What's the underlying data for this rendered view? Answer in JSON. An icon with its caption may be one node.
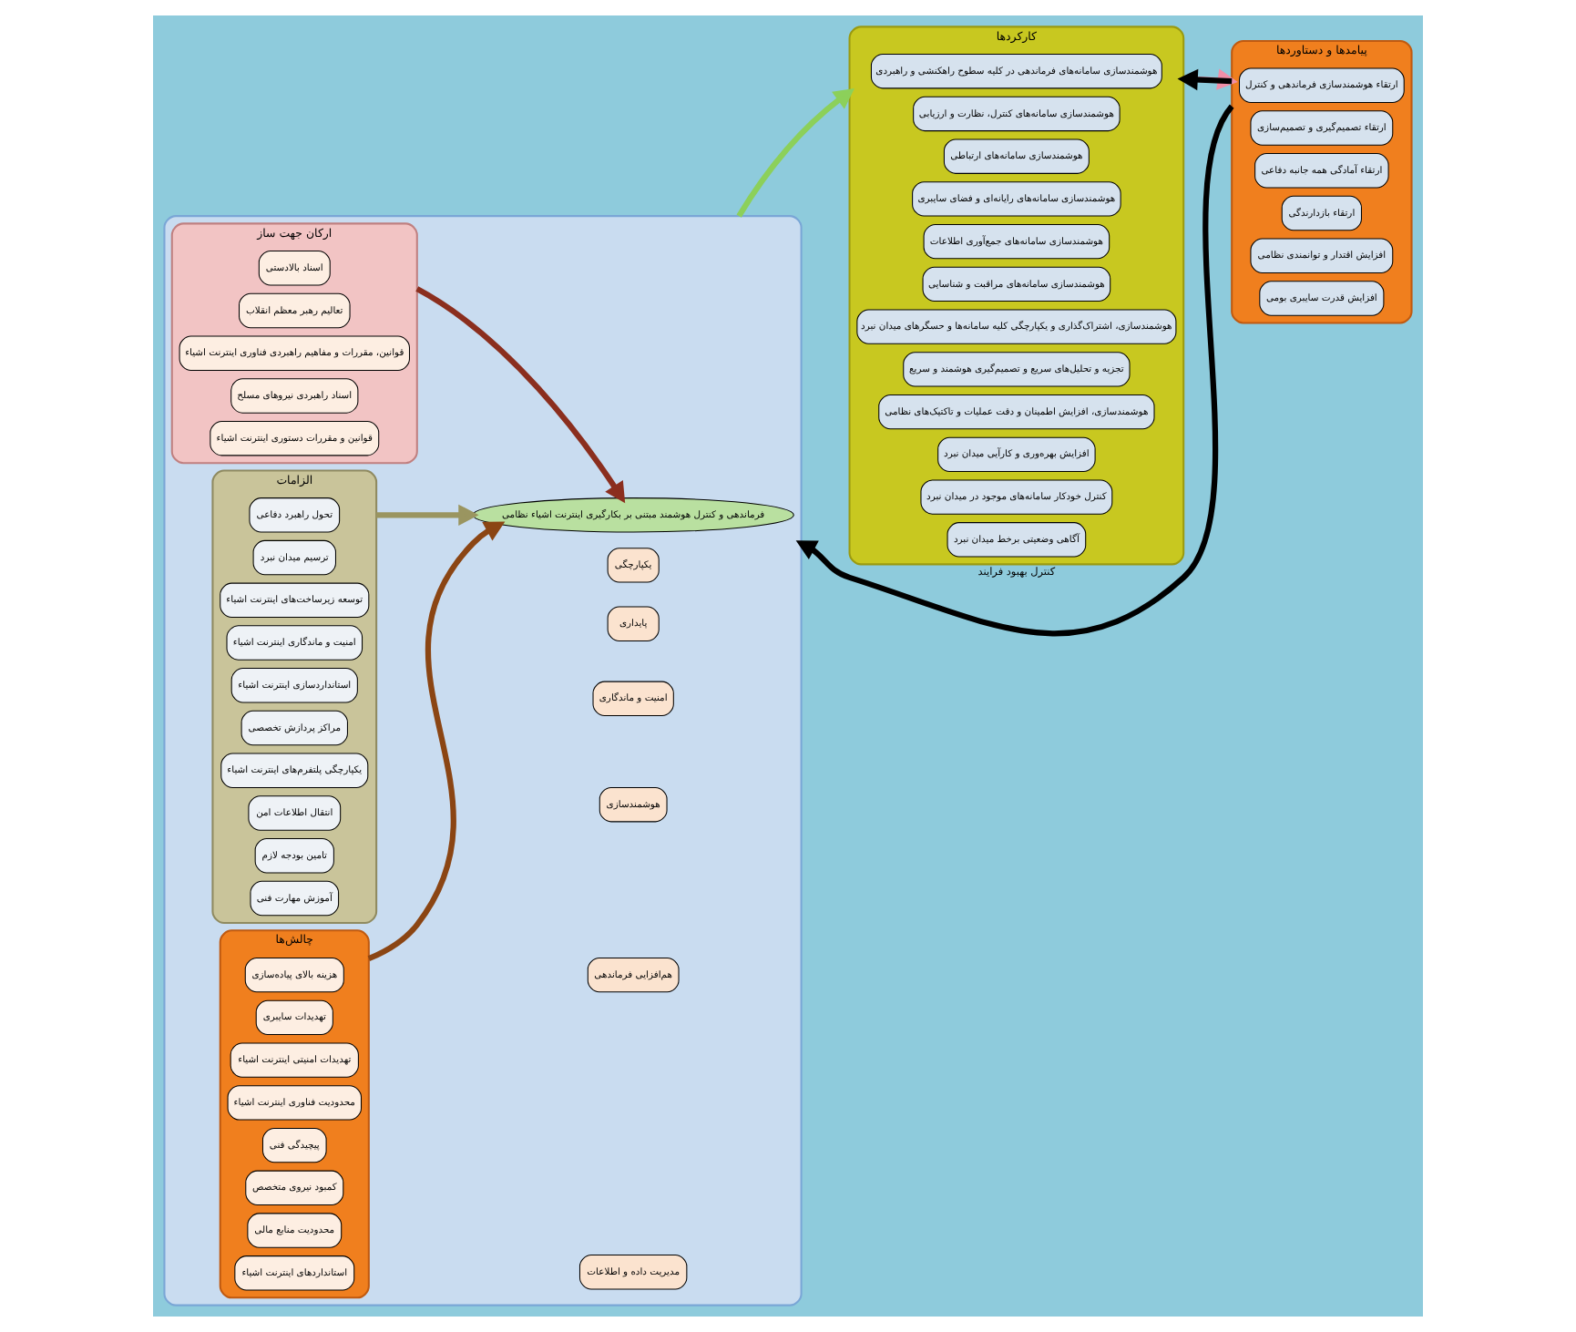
{
  "diagram": {
    "nodes": [
      {
        "text": [],
        "shape": "box"
      },
      {
        "text": [
          "ارکان جهت ساز"
        ],
        "in": 0
      },
      {
        "text": [
          "اسناد بالادستی"
        ],
        "in": 1
      },
      {
        "text": [
          "تعالیم رهبر معظم انقلاب"
        ],
        "in": 1
      },
      {
        "text": [
          "قوانین، مقررات و مفاهیم راهبردی فناوری اینترنت اشیاء"
        ],
        "in": 1
      },
      {
        "text": [
          "اسناد راهبردی نیروهای مسلح"
        ],
        "in": 1
      },
      {
        "text": [
          "قوانین و مقررات دستوری اینترنت اشیاء"
        ],
        "in": 1
      },
      {
        "text": [
          "الزامات"
        ],
        "in": 0
      },
      {
        "text": [
          "تحول راهبرد دفاعی"
        ],
        "in": 7
      },
      {
        "text": [
          "ترسیم میدان نبرد"
        ],
        "in": 7
      },
      {
        "text": [
          "توسعه زیرساخت‌های اینترنت اشیاء"
        ],
        "in": 7
      },
      {
        "text": [
          "امنیت و ماندگاری اینترنت اشیاء"
        ],
        "in": 7
      },
      {
        "text": [
          "استانداردسازی اینترنت اشیاء"
        ],
        "in": 7
      },
      {
        "text": [
          "مراکز پردازش تخصصی"
        ],
        "in": 7
      },
      {
        "text": [
          "یکپارچگی پلتفرم‌های اینترنت اشیاء"
        ],
        "in": 7
      },
      {
        "text": [
          "انتقال اطلاعات امن"
        ],
        "in": 7
      },
      {
        "text": [
          "تامین بودجه لازم"
        ],
        "in": 7
      },
      {
        "text": [
          "آموزش مهارت فنی"
        ],
        "in": 7
      },
      {
        "text": [
          "فرماندهی و کنترل هوشمند مبتنی بر بکارگیری اینترنت اشیاء نظامی"
        ],
        "in": 0
      },
      {
        "text": [
          "یکپارچگی"
        ],
        "in": 0
      },
      {
        "text": [
          "پایداری"
        ],
        "in": 0
      },
      {
        "text": [
          "امنیت و ماندگاری"
        ],
        "in": 0
      },
      {
        "text": [
          "هوشمندسازی"
        ],
        "in": 0
      },
      {
        "text": [
          "هم‌افزایی فرماندهی"
        ],
        "in": 0
      },
      {
        "text": [
          "مدیریت داده و اطلاعات"
        ],
        "in": 0
      },
      {
        "text": [
          "چالش‌ها"
        ],
        "in": 0
      },
      {
        "text": [
          "هزینه بالای پیاده‌سازی"
        ],
        "in": 25
      },
      {
        "text": [
          "تهدیدات سایبری"
        ],
        "in": 25
      },
      {
        "text": [
          "تهدیدات امنیتی اینترنت اشیاء"
        ],
        "in": 25
      },
      {
        "text": [
          "محدودیت فناوری اینترنت اشیاء"
        ],
        "in": 25
      },
      {
        "text": [
          "پیچیدگی فنی"
        ],
        "in": 25
      },
      {
        "text": [
          "کمبود نیروی متخصص"
        ],
        "in": 25
      },
      {
        "text": [
          "محدودیت منابع مالی"
        ],
        "in": 25
      },
      {
        "text": [
          "استانداردهای اینترنت اشیاء"
        ],
        "in": 25
      },
      {
        "text": [
          "کارکردها"
        ]
      },
      {
        "text": [
          "هوشمندسازی سامانه‌های فرماندهی در کلیه سطوح راهکنشی و راهبردی"
        ],
        "in": 34
      },
      {
        "text": [
          "هوشمندسازی سامانه‌های کنترل، نظارت و ارزیابی"
        ],
        "in": 34
      },
      {
        "text": [
          "هوشمندسازی سامانه‌های ارتباطی"
        ],
        "in": 34
      },
      {
        "text": [
          "هوشمندسازی سامانه‌های رایانه‌ای و فضای سایبری"
        ],
        "in": 34
      },
      {
        "text": [
          "هوشمندسازی سامانه‌های جمع‌آوری اطلاعات"
        ],
        "in": 34
      },
      {
        "text": [
          "هوشمندسازی سامانه‌های مراقبت و شناسایی"
        ],
        "in": 34
      },
      {
        "text": [
          "هوشمندسازی، اشتراک‌گذاری و یکپارچگی کلیه سامانه‌ها و حسگرهای میدان نبرد"
        ],
        "in": 34
      },
      {
        "text": [
          "تجزیه و تحلیل‌های سریع و تصمیم‌گیری هوشمند و سریع"
        ],
        "in": 34
      },
      {
        "text": [
          "هوشمندسازی، افزایش اطمینان و دقت عملیات و تاکتیک‌های نظامی"
        ],
        "in": 34
      },
      {
        "text": [
          "افزایش بهره‌وری و کارآیی میدان نبرد"
        ],
        "in": 34
      },
      {
        "text": [
          "کنترل خودکار سامانه‌های موجود در میدان نبرد"
        ],
        "in": 34
      },
      {
        "text": [
          "آگاهی وضعیتی برخط میدان نبرد"
        ],
        "in": 34
      },
      {
        "text": [
          "پیامدها و دستاوردها"
        ]
      },
      {
        "text": [
          "ارتقاء هوشمندسازی فرماندهی و کنترل"
        ],
        "in": 47
      },
      {
        "text": [
          "ارتقاء تصمیم‌گیری و تصمیم‌سازی"
        ],
        "in": 47
      },
      {
        "text": [
          "ارتقاء آمادگی همه جانبه دفاعی"
        ],
        "in": 47
      },
      {
        "text": [
          "ارتقاء بازدارندگی"
        ],
        "in": 47
      },
      {
        "text": [
          "افزایش اقتدار و توانمندی نظامی"
        ],
        "in": 47
      },
      {
        "text": [
          "افزایش قدرت سایبری بومی"
        ],
        "in": 47
      }
    ],
    "edges": [
      {
        "from": 1,
        "to": 18,
        "arrow": "to",
        "color": "#8b2e1e"
      },
      {
        "from": 25,
        "to": 18,
        "arrow": "to",
        "color": "#8b4513"
      },
      {
        "from": 7,
        "to": 18,
        "arrow": "to",
        "color": "#9a9560"
      },
      {
        "from": 0,
        "to": 34,
        "arrow": "to",
        "color": "#8cd05a"
      },
      {
        "from": 34,
        "to": 47,
        "arrow": "to",
        "color": "#f08fa8"
      },
      {
        "from": 47,
        "to": 0,
        "arrow": "to",
        "label": "کنترل بهبود فرایند"
      },
      {
        "from": 47,
        "to": 34,
        "arrow": "to"
      }
    ]
  }
}
